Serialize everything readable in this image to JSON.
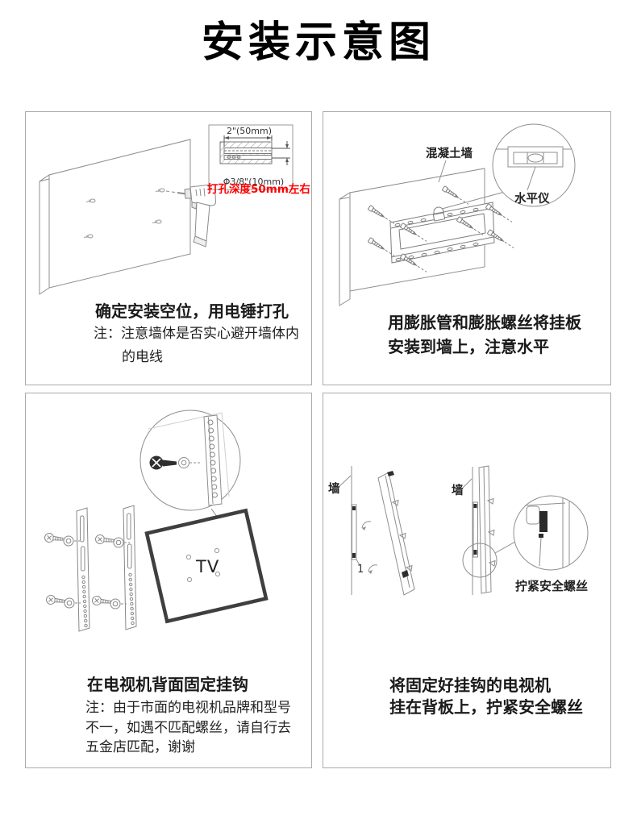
{
  "title": "安装示意图",
  "colors": {
    "warning_red": "#ff0000",
    "line_gray": "#8f8f8f",
    "panel_border": "#ababab",
    "tv_dark": "#3f3f3f"
  },
  "panels": {
    "p1": {
      "caption": "确定安装空位，用电锤打孔",
      "notes": {
        "line1": "注：注意墙体是否实心避开墙体内",
        "line2": "的电线"
      },
      "inset": {
        "width_dim": "2\"(50mm)",
        "hole_dim": "Φ3/8\"(10mm)"
      },
      "warning": "打孔深度50mm左右"
    },
    "p2": {
      "caption": {
        "line1": "用膨胀管和膨胀螺丝将挂板",
        "line2": "安装到墙上，注意水平"
      },
      "labels": {
        "wall": "混凝土墙",
        "level": "水平仪"
      }
    },
    "p3": {
      "caption": "在电视机背面固定挂钩",
      "notes": {
        "line1": "注：由于市面的电视机品牌和型号",
        "line2": "不一，如遇不匹配螺丝，请自行去",
        "line3": "五金店匹配，谢谢"
      },
      "labels": {
        "tv": "TV"
      }
    },
    "p4": {
      "caption": {
        "line1": "将固定好挂钩的电视机",
        "line2": "挂在背板上，拧紧安全螺丝"
      },
      "labels": {
        "wall_left": "墙",
        "wall_right": "墙",
        "hook_number": "1",
        "tighten": "拧紧安全螺丝"
      }
    }
  }
}
